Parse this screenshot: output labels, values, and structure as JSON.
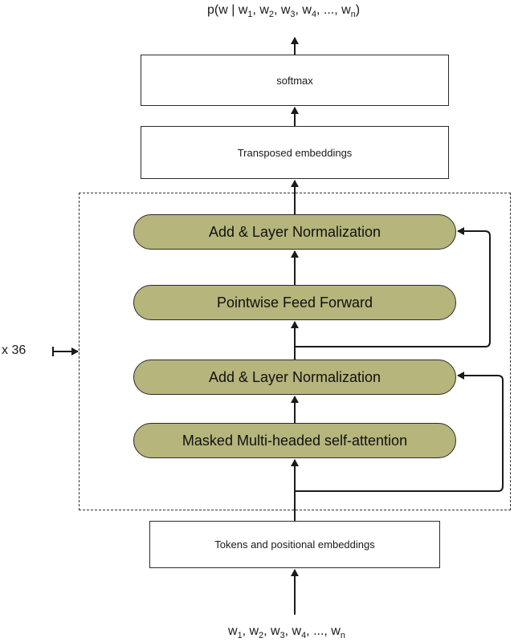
{
  "output": {
    "prefix": "p(w | ",
    "tokens": [
      "w",
      "1",
      "w",
      "2",
      "w",
      "3",
      "w",
      "4",
      "n"
    ],
    "suffix": ")"
  },
  "output_label": {
    "p": "p(w | ",
    "w": "w",
    "s1": "1",
    "s2": "2",
    "s3": "3",
    "s4": "4",
    "sn": "n",
    "sep": ", ",
    "ellipsis": "...",
    "close": ")"
  },
  "input_label": {
    "w": "w",
    "s1": "1",
    "s2": "2",
    "s3": "3",
    "s4": "4",
    "sn": "n",
    "sep": ", ",
    "ellipsis": "..."
  },
  "boxes": {
    "softmax": "softmax",
    "transposed": "Transposed embeddings",
    "tokens": "Tokens and positional embeddings"
  },
  "layers": {
    "add_norm_top": "Add & Layer Normalization",
    "feed_forward": "Pointwise Feed Forward",
    "add_norm_bottom": "Add & Layer Normalization",
    "attention": "Masked Multi-headed self-attention"
  },
  "repeat_label": "x 36",
  "colors": {
    "layer_fill": "#b5b57c",
    "line": "#1a1a1a"
  }
}
